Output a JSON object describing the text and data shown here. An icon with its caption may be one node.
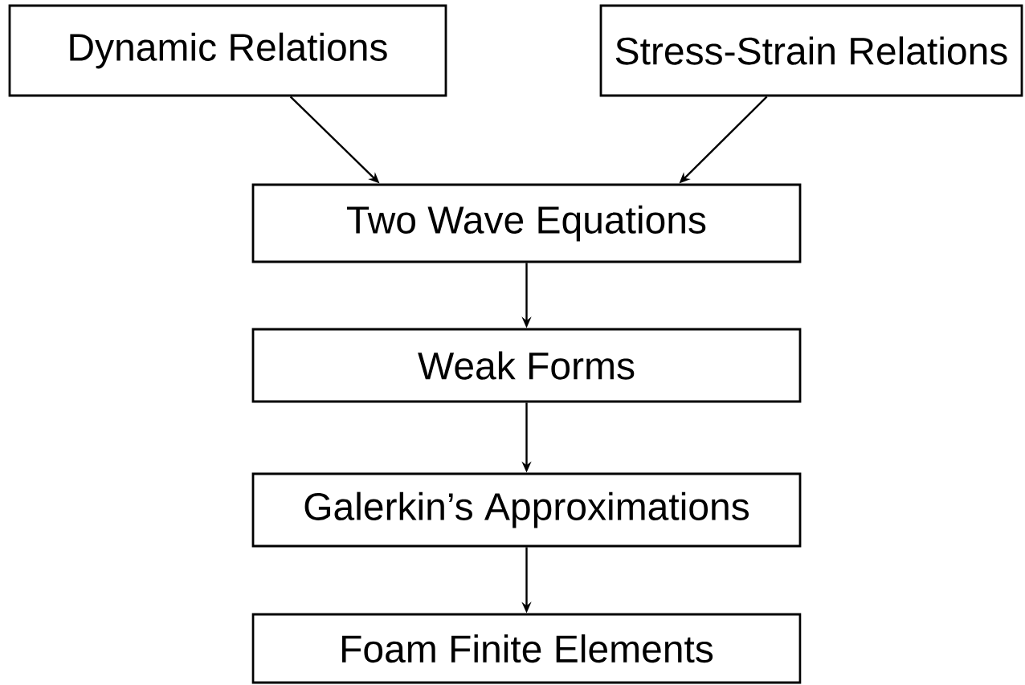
{
  "diagram": {
    "nodes": [
      {
        "text": [
          "Dynamic Relations"
        ]
      },
      {
        "text": [
          "Stress-Strain Relations"
        ]
      },
      {
        "text": [
          "Two Wave Equations"
        ]
      },
      {
        "text": [
          "Weak Forms"
        ]
      },
      {
        "text": [
          "Galerkin’s Approximations"
        ]
      },
      {
        "text": [
          "Foam Finite Elements"
        ]
      }
    ],
    "edges": [
      {
        "from": 0,
        "to": 2,
        "arrow": "to"
      },
      {
        "from": 1,
        "to": 2,
        "arrow": "to"
      },
      {
        "from": 2,
        "to": 3,
        "arrow": "to"
      },
      {
        "from": 3,
        "to": 4,
        "arrow": "to"
      },
      {
        "from": 4,
        "to": 5,
        "arrow": "to"
      }
    ]
  }
}
